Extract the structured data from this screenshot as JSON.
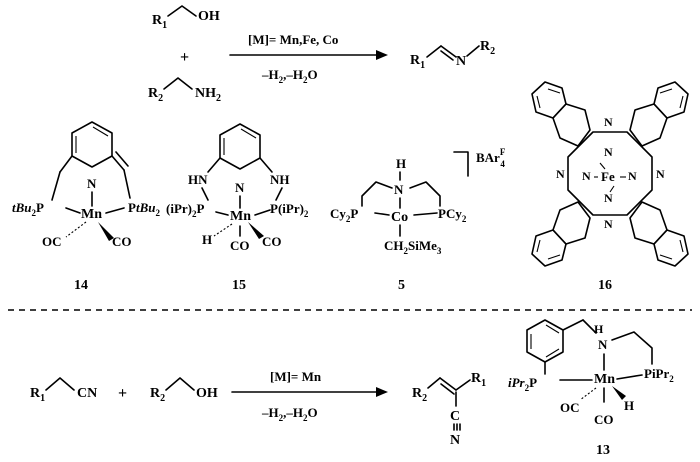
{
  "reaction1": {
    "reactant_top": {
      "r": "R",
      "sub": "1",
      "group": "OH"
    },
    "plus": "+",
    "reactant_bottom": {
      "r": "R",
      "sub": "2",
      "group": "NH",
      "group_sub": "2"
    },
    "condition_top": "[M]= Mn,Fe, Co",
    "condition_bottom": {
      "a": "–H",
      "a_sub": "2",
      "sep": ",–H",
      "b_sub": "2",
      "b": "O"
    },
    "product": {
      "r1": "R",
      "r1_sub": "1",
      "n": "N",
      "r2": "R",
      "r2_sub": "2"
    }
  },
  "complexes_top": [
    {
      "number": "14",
      "metal": "Mn",
      "ligands": {
        "p_left": "tBu",
        "p_left_sub": "2",
        "p_left_atom": "P",
        "p_right_atom": "P",
        "p_right": "tBu",
        "p_right_sub": "2",
        "n": "N",
        "co1": "OC",
        "co2": "CO"
      }
    },
    {
      "number": "15",
      "metal": "Mn",
      "ligands": {
        "nh_left": "HN",
        "nh_right": "NH",
        "n": "N",
        "p_left": "(iPr)",
        "p_left_sub": "2",
        "p_left_atom": "P",
        "p_right_atom": "P(iPr)",
        "p_right_sub": "2",
        "h": "H",
        "co1": "CO",
        "co2": "CO"
      }
    },
    {
      "number": "5",
      "metal": "Co",
      "ligands": {
        "nh_h": "H",
        "n": "N",
        "p_left": "Cy",
        "p_left_sub": "2",
        "p_left_atom": "P",
        "p_right": "PCy",
        "p_right_sub": "2",
        "alkyl": "CH",
        "alkyl_sub": "2",
        "alkyl_tail": "SiMe",
        "alkyl_tail_sub": "3",
        "counterion": "BAr",
        "counterion_sup": "F",
        "counterion_sub": "4"
      }
    },
    {
      "number": "16",
      "metal": "Fe",
      "ligands": {
        "n_atoms": [
          "N",
          "N",
          "N",
          "N",
          "N",
          "N",
          "N",
          "N"
        ]
      }
    }
  ],
  "reaction2": {
    "reactant_left": {
      "r": "R",
      "sub": "1",
      "group": "CN"
    },
    "plus": "+",
    "reactant_right": {
      "r": "R",
      "sub": "2",
      "group": "OH"
    },
    "condition_top": "[M]= Mn",
    "condition_bottom": {
      "a": "–H",
      "a_sub": "2",
      "sep": ",–H",
      "b_sub": "2",
      "b": "O"
    },
    "product": {
      "r1": "R",
      "r1_sub": "1",
      "r2": "R",
      "r2_sub": "2",
      "cn_c": "C",
      "cn_n": "N"
    }
  },
  "complex_bottom": {
    "number": "13",
    "metal": "Mn",
    "ligands": {
      "h_n": "H",
      "n": "N",
      "p_left": "iPr",
      "p_left_sub": "2",
      "p_left_atom": "P",
      "p_right": "PiPr",
      "p_right_sub": "2",
      "co1": "OC",
      "h": "H",
      "co2": "CO"
    }
  }
}
